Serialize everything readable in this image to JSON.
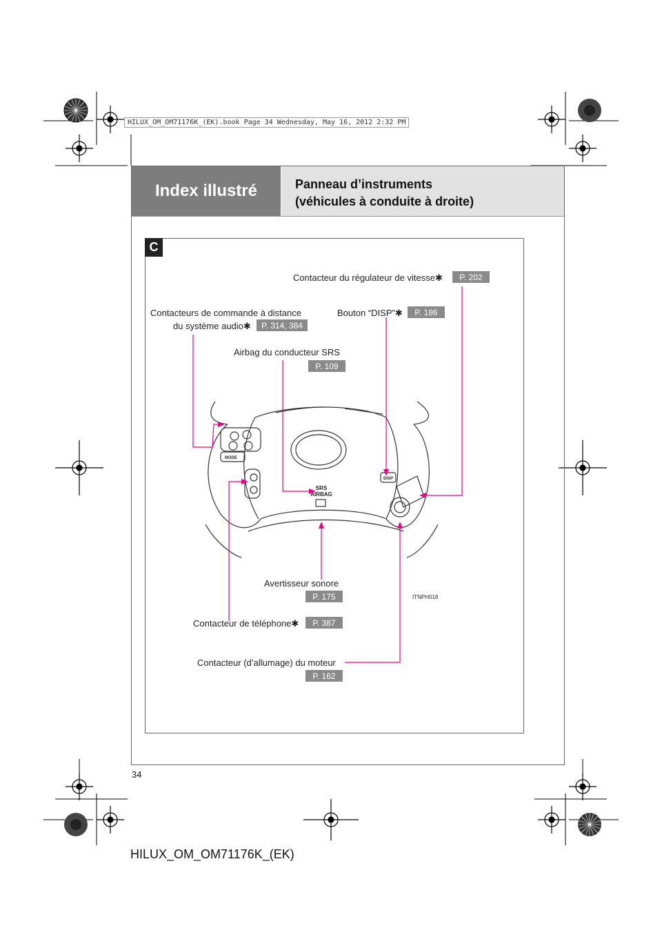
{
  "header": {
    "section_title": "Index illustré",
    "panel_title_line1": "Panneau d’instruments",
    "panel_title_line2": "(véhicules à conduite à droite)"
  },
  "section_badge": "C",
  "print_info": "HILUX_OM_OM71176K_(EK).book  Page 34  Wednesday, May 16, 2012  2:32 PM",
  "illustration": {
    "code": "ITNPH018",
    "wheel_text": {
      "srs": "SRS",
      "airbag": "AIRBAG",
      "mode": "MODE",
      "disp": "DISP"
    }
  },
  "callouts": [
    {
      "id": "cruise",
      "label": "Contacteur du régulateur de vitesse",
      "asterisk": "✱",
      "page": "P. 202"
    },
    {
      "id": "audio",
      "label_line1": "Contacteurs de commande à distance",
      "label_line2": "du système audio",
      "asterisk": "✱",
      "page": "P. 314, 384"
    },
    {
      "id": "disp",
      "label": "Bouton “DISP”",
      "asterisk": "✱",
      "page": "P. 186"
    },
    {
      "id": "airbag",
      "label": "Airbag du conducteur SRS",
      "page": "P. 109"
    },
    {
      "id": "horn",
      "label": "Avertisseur sonore",
      "page": "P. 175"
    },
    {
      "id": "phone",
      "label": "Contacteur de téléphone",
      "asterisk": "✱",
      "page": "P. 387"
    },
    {
      "id": "ignition",
      "label": "Contacteur (d’allumage) du moteur",
      "page": "P. 162"
    }
  ],
  "page_number": "34",
  "footer": "HILUX_OM_OM71176K_(EK)",
  "colors": {
    "leader": "#e6008a",
    "header_dark": "#7d7d7d",
    "header_light": "#e2e2e2",
    "page_tag": "#8a8a8a"
  }
}
